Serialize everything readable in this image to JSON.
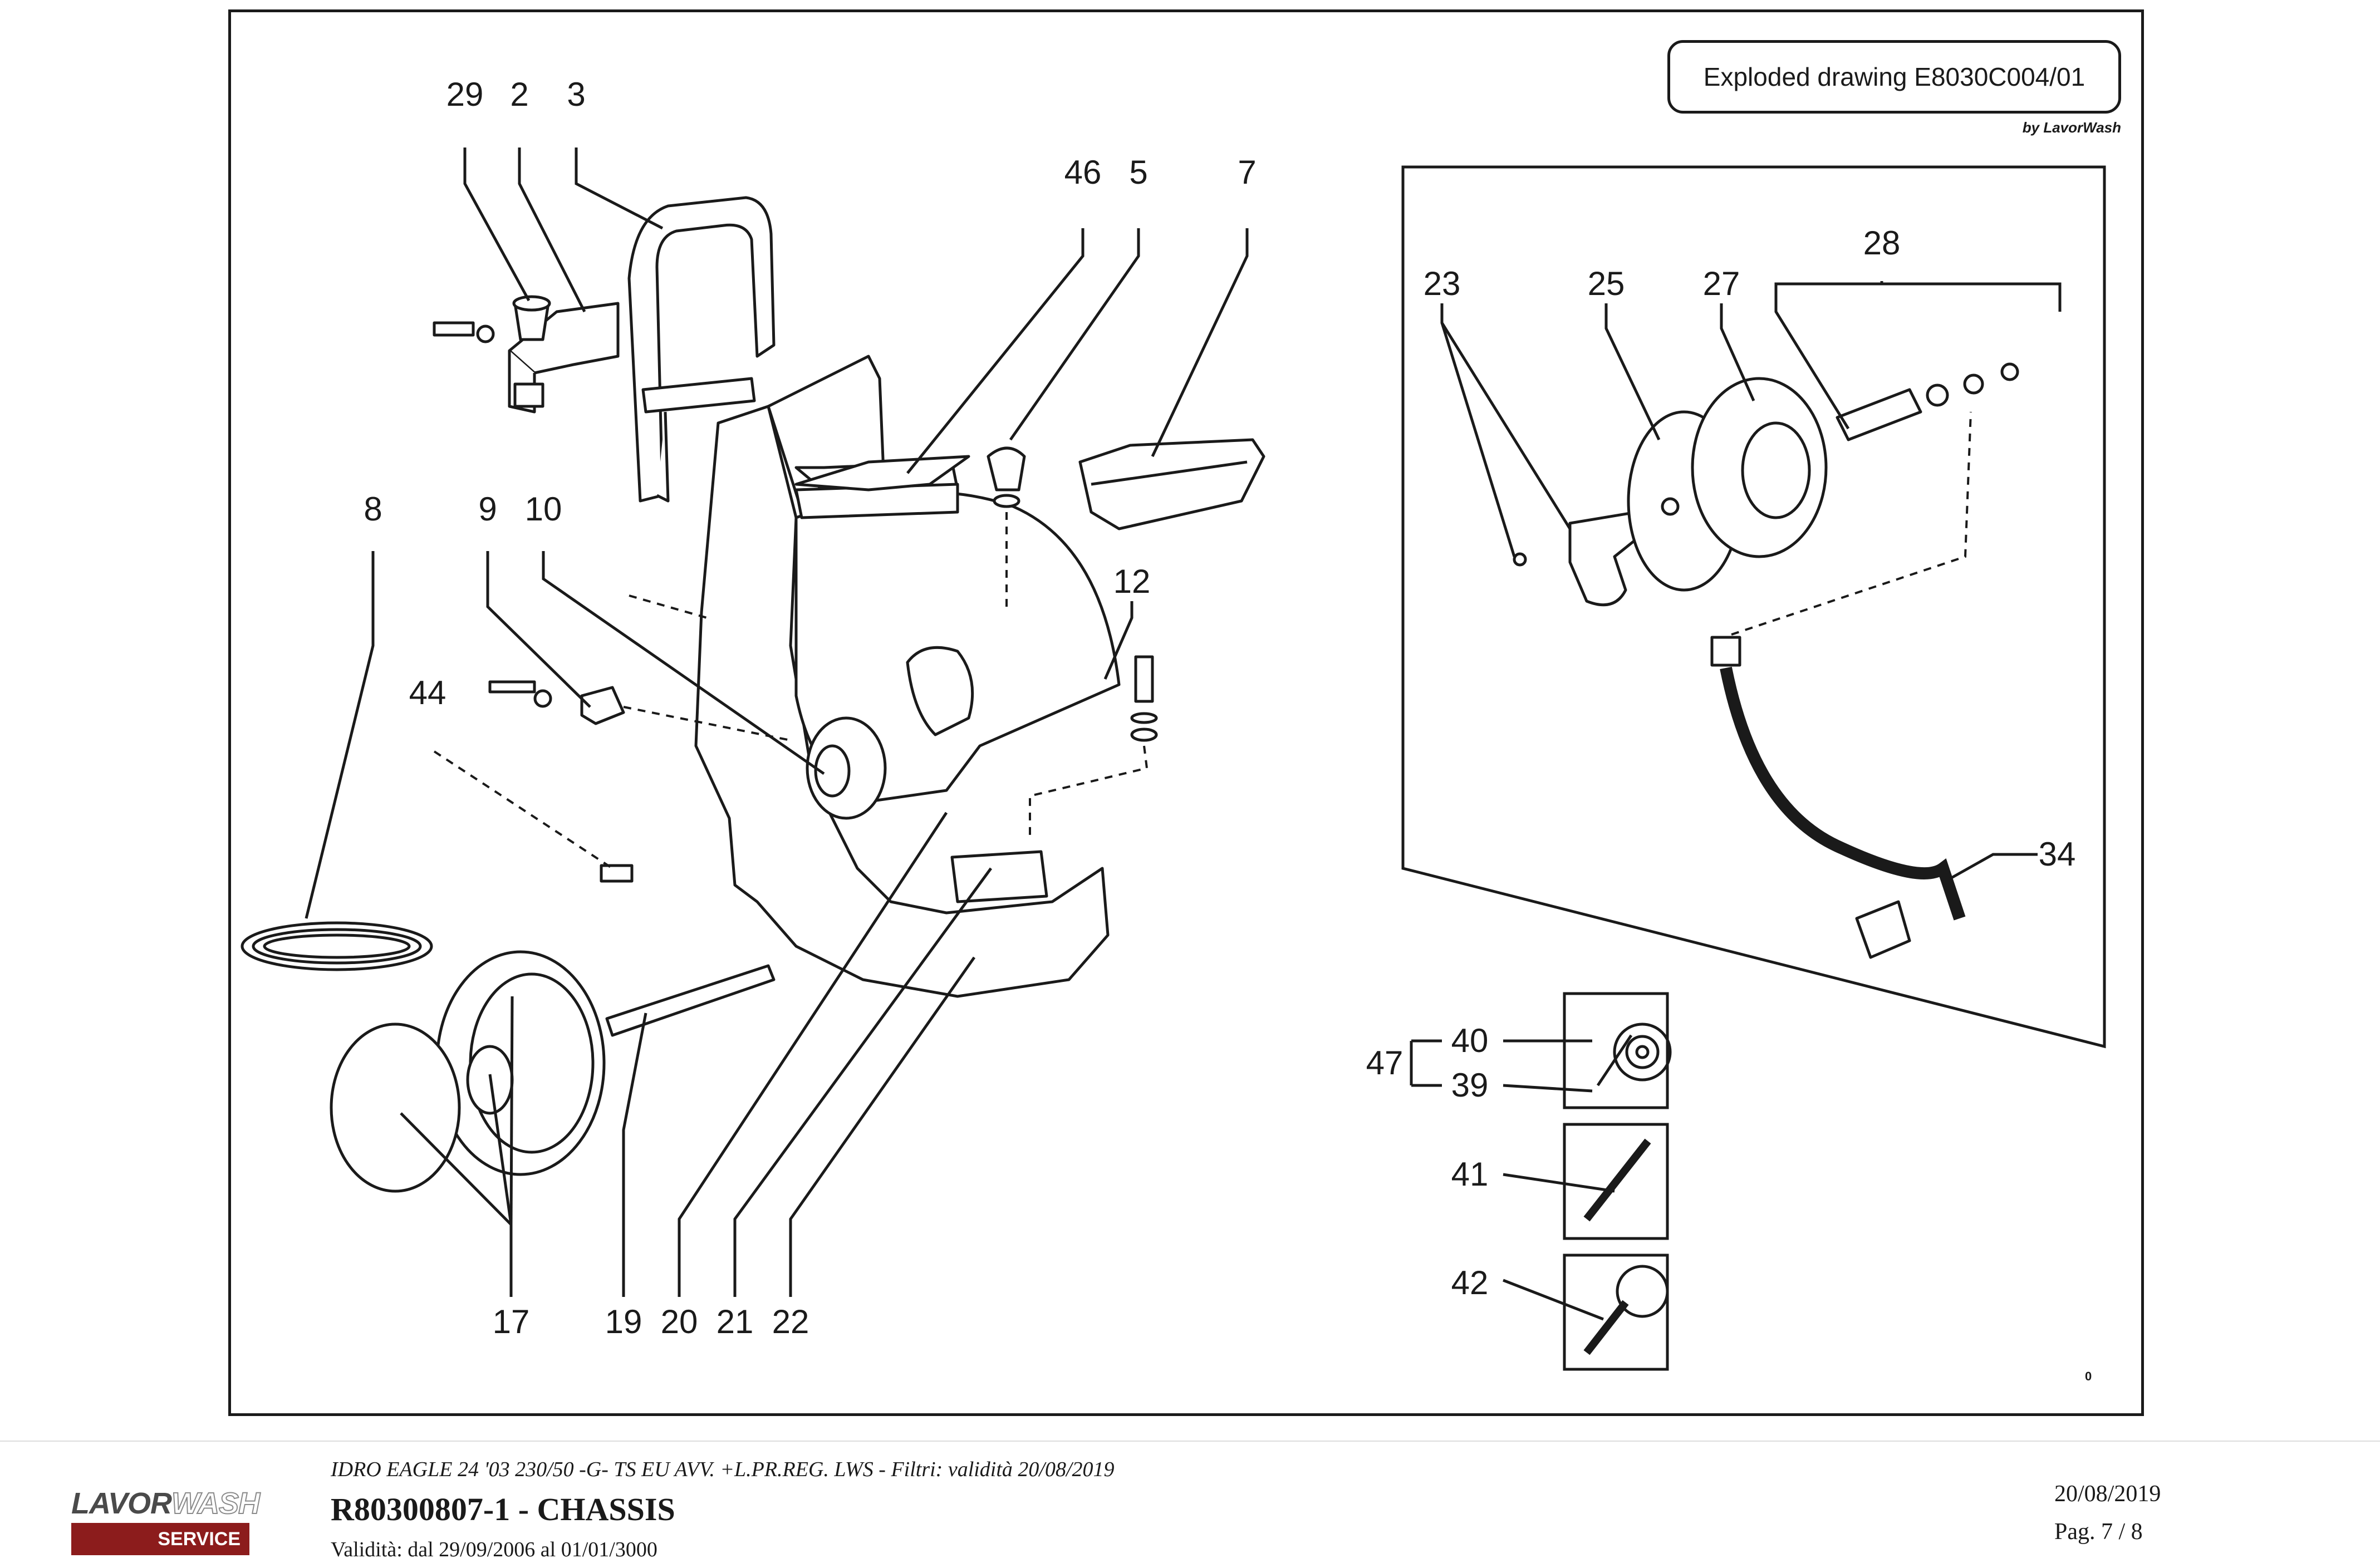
{
  "drawing": {
    "title": "Exploded drawing E8030C004/01",
    "credit": "by LavorWash",
    "page_mark": "0"
  },
  "callouts": {
    "c29": "29",
    "c2": "2",
    "c3": "3",
    "c46": "46",
    "c5": "5",
    "c7": "7",
    "c8": "8",
    "c9": "9",
    "c10": "10",
    "c12": "12",
    "c44": "44",
    "c17": "17",
    "c19": "19",
    "c20": "20",
    "c21": "21",
    "c22": "22",
    "c23": "23",
    "c25": "25",
    "c27": "27",
    "c28": "28",
    "c34": "34",
    "c47": "47",
    "c40": "40",
    "c39": "39",
    "c41": "41",
    "c42": "42"
  },
  "footer": {
    "logo_word_a": "LAVOR",
    "logo_word_b": "WASH",
    "logo_service": "SERVICE",
    "product_line": "IDRO EAGLE 24 '03 230/50 -G- TS EU AVV. +L.PR.REG. LWS - Filtri: validità 20/08/2019",
    "code_title": "R80300807-1 - CHASSIS",
    "validity": "Validità: dal 29/09/2006 al 01/01/3000",
    "date": "20/08/2019",
    "page": "Pag. 7 / 8"
  }
}
